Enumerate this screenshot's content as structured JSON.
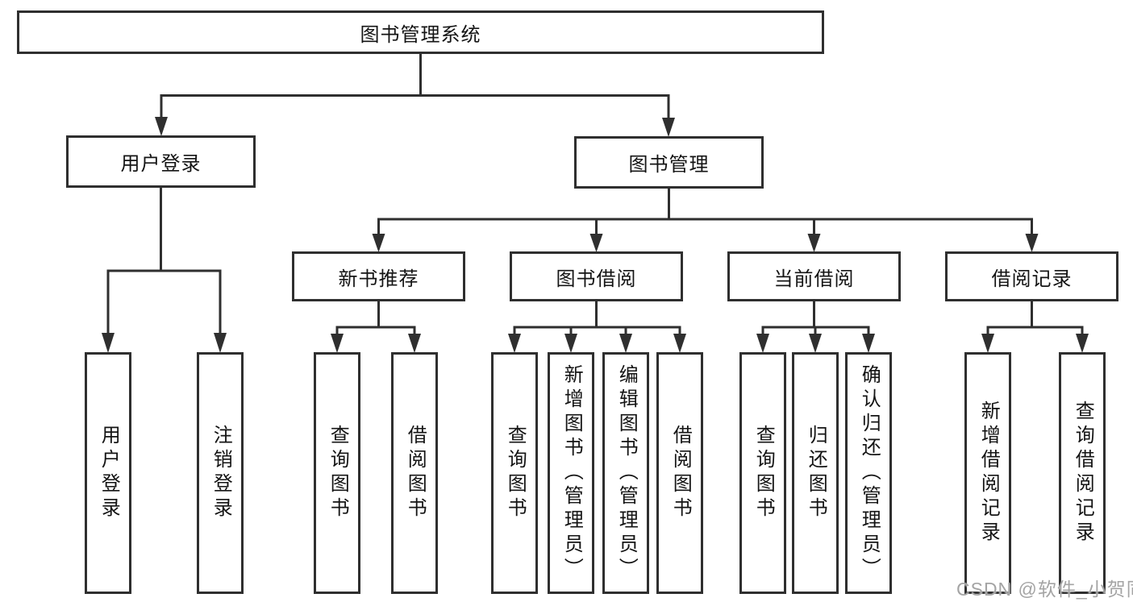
{
  "diagram": {
    "root": "图书管理系统",
    "level1": [
      "用户登录",
      "图书管理"
    ],
    "level2": [
      "新书推荐",
      "图书借阅",
      "当前借阅",
      "借阅记录"
    ],
    "leaves": [
      "用户登录",
      "注销登录",
      "查询图书",
      "借阅图书",
      "查询图书",
      "新增图书（管理员）",
      "编辑图书（管理员）",
      "借阅图书",
      "查询图书",
      "归还图书",
      "确认归还（管理员）",
      "新增借阅记录",
      "查询借阅记录"
    ]
  },
  "watermark": "CSDN @软件_小贺同学",
  "colors": {
    "line": "#2f2f2f",
    "text": "#141414",
    "watermark": "#a4a4a4",
    "background": "#ffffff"
  }
}
